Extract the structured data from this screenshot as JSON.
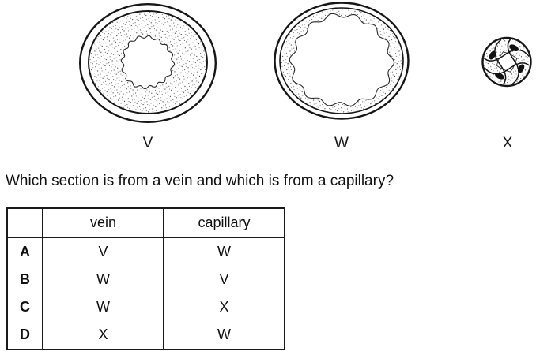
{
  "figure": {
    "vessels": [
      {
        "label": "V"
      },
      {
        "label": "W"
      },
      {
        "label": "X"
      }
    ]
  },
  "question": "Which section is from a vein and which is from a capillary?",
  "answer_table": {
    "col_headers": [
      "",
      "vein",
      "capillary"
    ],
    "rows": [
      {
        "option": "A",
        "vein": "V",
        "capillary": "W"
      },
      {
        "option": "B",
        "vein": "W",
        "capillary": "V"
      },
      {
        "option": "C",
        "vein": "W",
        "capillary": "X"
      },
      {
        "option": "D",
        "vein": "X",
        "capillary": "W"
      }
    ]
  }
}
